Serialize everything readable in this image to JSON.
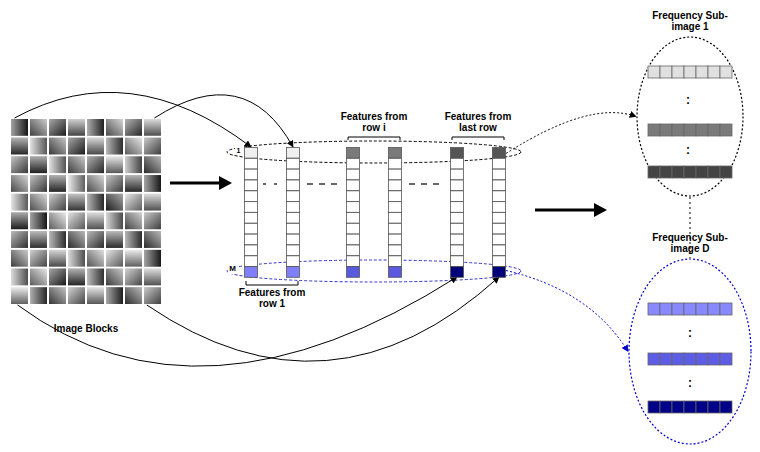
{
  "diagram": {
    "nodes": [
      {
        "text": [
          "Image Blocks"
        ]
      },
      {
        "text": [
          "Features from row 1"
        ]
      },
      {
        "text": [
          "Features from row i"
        ]
      },
      {
        "text": [
          "Features from last row"
        ]
      },
      {
        "text": [
          "Frequency Sub-image 1"
        ]
      },
      {
        "text": [
          "Frequency Sub-image D"
        ]
      }
    ],
    "edges": [
      {
        "from": 0,
        "to": 1,
        "arrow": "to"
      },
      {
        "from": 0,
        "to": 1,
        "arrow": "to"
      },
      {
        "from": 0,
        "to": 3,
        "arrow": "to"
      },
      {
        "from": 0,
        "to": 3,
        "arrow": "to"
      },
      {
        "from": 3,
        "to": 4,
        "arrow": "to"
      },
      {
        "from": 3,
        "to": 5,
        "arrow": "to"
      },
      {
        "from": 4,
        "to": 5,
        "arrow": "none"
      }
    ],
    "labels": [
      "1",
      "M",
      ":",
      ":",
      ":",
      ":"
    ]
  }
}
